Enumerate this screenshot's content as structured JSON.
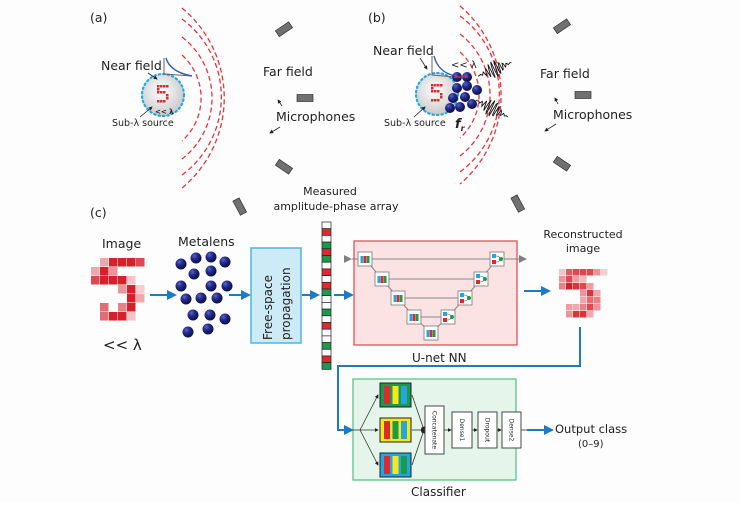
{
  "panels": {
    "a": {
      "tag": "(a)",
      "near_field": "Near field",
      "far_field": "Far field",
      "microphones": "Microphones",
      "source": "Sub-λ source",
      "scale": "<< λ"
    },
    "b": {
      "tag": "(b)",
      "near_field": "Near field",
      "far_field": "Far field",
      "microphones": "Microphones",
      "source": "Sub-λ source",
      "scale": "<< λ",
      "resonance": "f",
      "resonance_sub": "r"
    },
    "c": {
      "tag": "(c)",
      "image_title": "Image",
      "image_scale": "<< λ",
      "metalens_title": "Metalens",
      "propagation_line1": "Free-space",
      "propagation_line2": "propagation",
      "array_title_line1": "Measured",
      "array_title_line2": "amplitude-phase array",
      "unet_label": "U-net NN",
      "reconstructed_line1": "Reconstructed",
      "reconstructed_line2": "image",
      "classifier_label": "Classifier",
      "layers": [
        "Concatenate",
        "Dense1",
        "Dropout",
        "Dense2"
      ],
      "output_line1": "Output class",
      "output_line2": "(0–9)"
    }
  },
  "colors": {
    "wave": "#e8323c",
    "near_dots": "#29a8e0",
    "mic": "#707070",
    "metalens": "#1c1f6e",
    "arrow": "#1f7ac4",
    "prop_fill": "#cdeaf7",
    "prop_border": "#4cb6e3",
    "unet_fill": "#fbe3e3",
    "unet_border": "#e8505a",
    "classifier_fill": "#e5f5ec",
    "classifier_border": "#5cc48a"
  },
  "array_cells": [
    "w",
    "r",
    "w",
    "g",
    "r",
    "g",
    "w",
    "r",
    "w",
    "r",
    "g",
    "w",
    "w",
    "g",
    "w",
    "r",
    "w",
    "w",
    "g",
    "w",
    "r",
    "g"
  ],
  "input_image": [
    [
      0,
      0.3,
      1,
      1,
      1,
      0.8,
      0
    ],
    [
      0.3,
      1,
      0.4,
      0,
      0,
      0,
      0
    ],
    [
      0.8,
      1,
      1,
      1,
      0.15,
      0,
      0
    ],
    [
      0,
      0,
      0,
      0.4,
      1,
      0.1,
      0
    ],
    [
      0,
      0,
      0,
      0,
      1,
      0.3,
      0
    ],
    [
      0,
      0.6,
      0,
      0.5,
      1,
      0,
      0
    ],
    [
      0,
      0.6,
      1,
      1,
      0.15,
      0,
      0
    ]
  ],
  "reconstructed_image": [
    [
      0.15,
      0.7,
      0.8,
      0.8,
      0.8,
      0.4,
      0.1
    ],
    [
      0.4,
      0.8,
      0.35,
      0.2,
      0,
      0,
      0
    ],
    [
      0.5,
      1,
      0.9,
      0.8,
      0.35,
      0,
      0
    ],
    [
      0,
      0,
      0,
      0.4,
      0.9,
      0.3,
      0
    ],
    [
      0,
      0,
      0,
      0.3,
      0.6,
      0.5,
      0
    ],
    [
      0,
      0.35,
      0.3,
      0.5,
      0.8,
      0.4,
      0
    ],
    [
      0,
      0.4,
      0.9,
      0.9,
      0.3,
      0,
      0
    ]
  ]
}
